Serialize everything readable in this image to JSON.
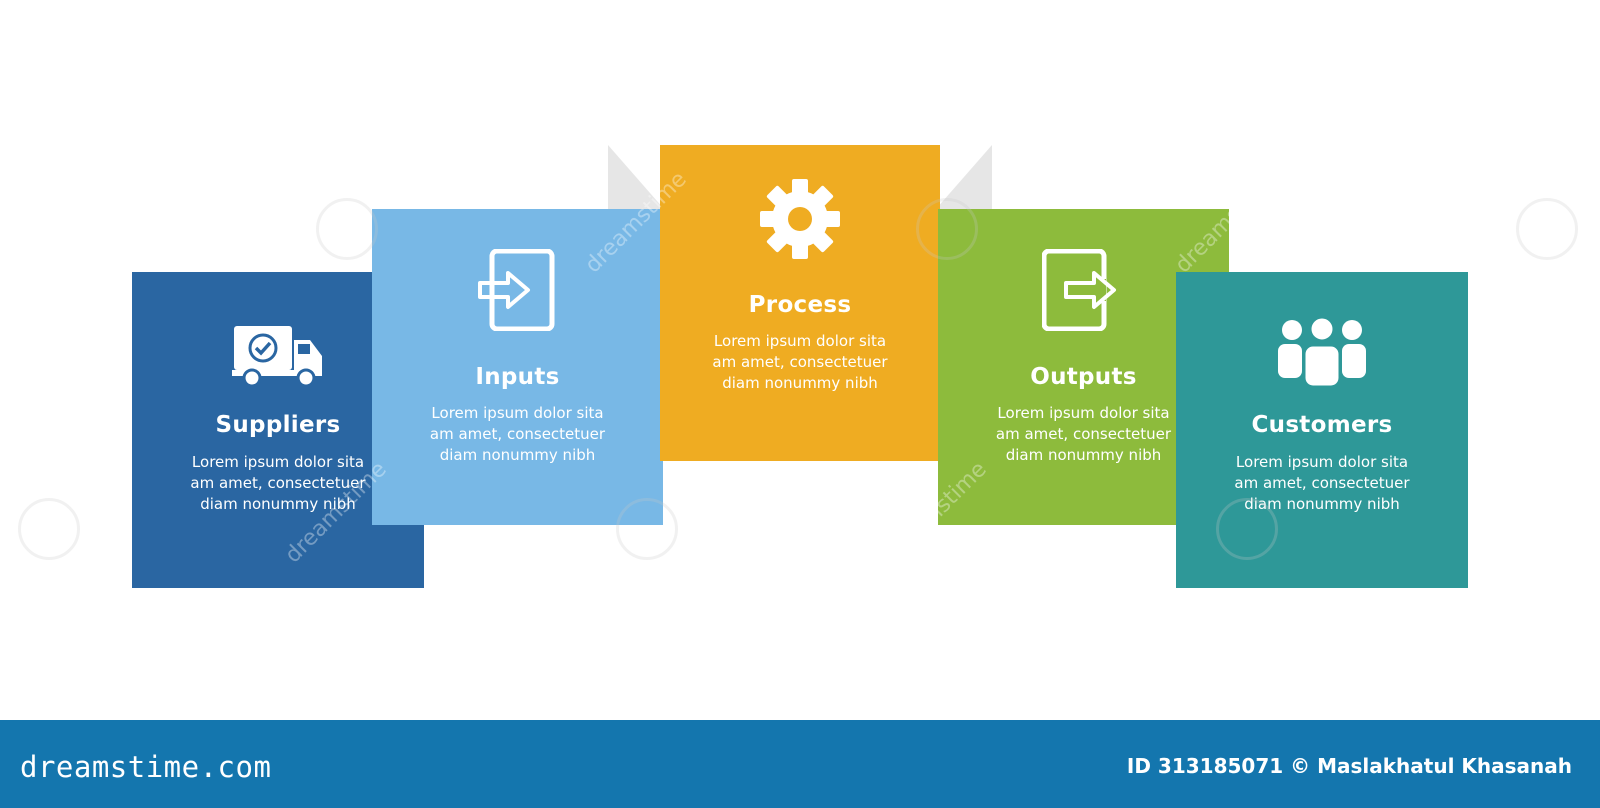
{
  "steps": [
    {
      "id": "suppliers",
      "title": "Suppliers",
      "icon": "delivery-truck-icon",
      "color": "#2a66a2",
      "lines": [
        "Lorem ipsum dolor sita",
        "am amet, consectetuer",
        "diam nonummy  nibh"
      ]
    },
    {
      "id": "inputs",
      "title": "Inputs",
      "icon": "login-arrow-icon",
      "color": "#78b8e6",
      "lines": [
        "Lorem ipsum dolor sita",
        "am amet, consectetuer",
        "diam nonummy  nibh"
      ]
    },
    {
      "id": "process",
      "title": "Process",
      "icon": "gear-icon",
      "color": "#efac22",
      "lines": [
        "Lorem ipsum dolor sita",
        "am amet, consectetuer",
        "diam nonummy  nibh"
      ]
    },
    {
      "id": "outputs",
      "title": "Outputs",
      "icon": "logout-arrow-icon",
      "color": "#8dbb3c",
      "lines": [
        "Lorem ipsum dolor sita",
        "am amet, consectetuer",
        "diam nonummy  nibh"
      ]
    },
    {
      "id": "customers",
      "title": "Customers",
      "icon": "people-group-icon",
      "color": "#2e9898",
      "lines": [
        "Lorem ipsum dolor sita",
        "am amet, consectetuer",
        "diam nonummy  nibh"
      ]
    }
  ],
  "footer": {
    "brand": "dreamstime.com",
    "credit": "ID 313185071 © Maslakhatul Khasanah",
    "color": "#1476ae"
  },
  "watermark": "dreamstime"
}
